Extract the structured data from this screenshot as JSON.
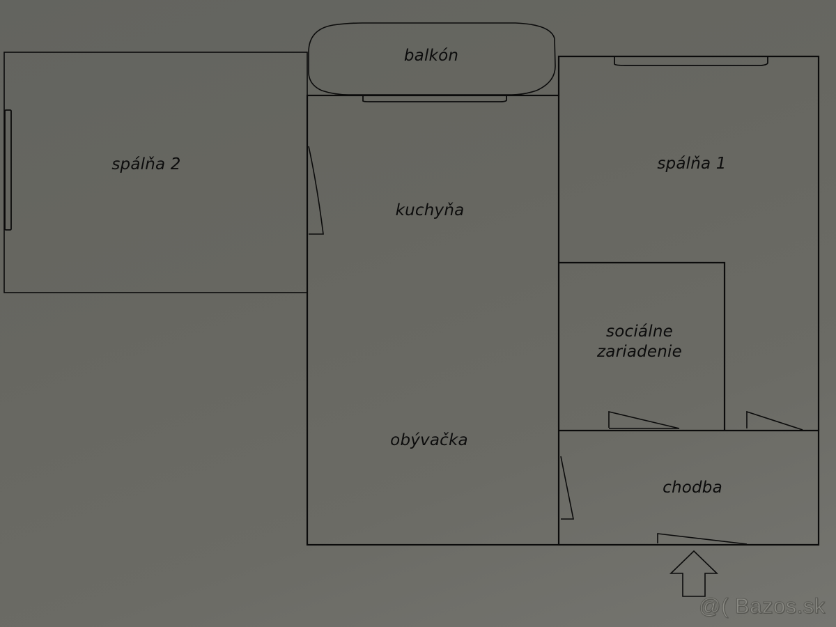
{
  "floor_plan": {
    "colors": {
      "background": "#676761",
      "lines": "#0b0b0b",
      "label_text": "#0c0c0c",
      "watermark": "#8a8a84"
    },
    "rooms": {
      "bedroom_2": {
        "label": "spálňa 2"
      },
      "balcony": {
        "label": "balkón"
      },
      "kitchen": {
        "label": "kuchyňa"
      },
      "living_room": {
        "label": "obývačka"
      },
      "bedroom_1": {
        "label": "spálňa 1"
      },
      "bathroom": {
        "label_line1": "sociálne",
        "label_line2": "zariadenie"
      },
      "hallway": {
        "label": "chodba"
      }
    },
    "entrance": {
      "icon": "up-arrow-icon"
    },
    "watermark": {
      "text": "@( Bazos.sk"
    }
  }
}
